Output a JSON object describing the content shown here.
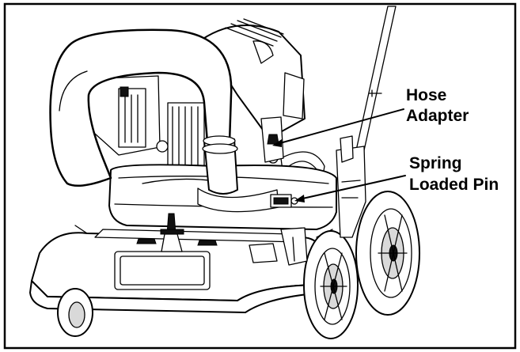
{
  "callouts": [
    {
      "id": "hose-adapter",
      "lines": [
        "Hose",
        "Adapter"
      ]
    },
    {
      "id": "spring-loaded-pin",
      "lines": [
        "Spring",
        "Loaded Pin"
      ]
    }
  ],
  "colors": {
    "frame": "#000000",
    "background": "#ffffff",
    "line": "#000000"
  }
}
